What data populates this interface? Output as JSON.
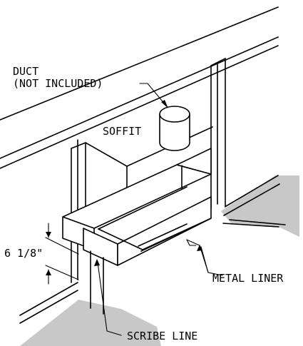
{
  "labels": {
    "duct_line1": "DUCT",
    "duct_line2": "(NOT INCLUDED)",
    "soffit": "SOFFIT",
    "dimension": "6 1/8\"",
    "metal_liner": "METAL LINER",
    "scribe_line": "SCRIBE LINE"
  },
  "colors": {
    "line": "#000000",
    "floor_shading": "#c8c8c8",
    "background": "#ffffff"
  }
}
